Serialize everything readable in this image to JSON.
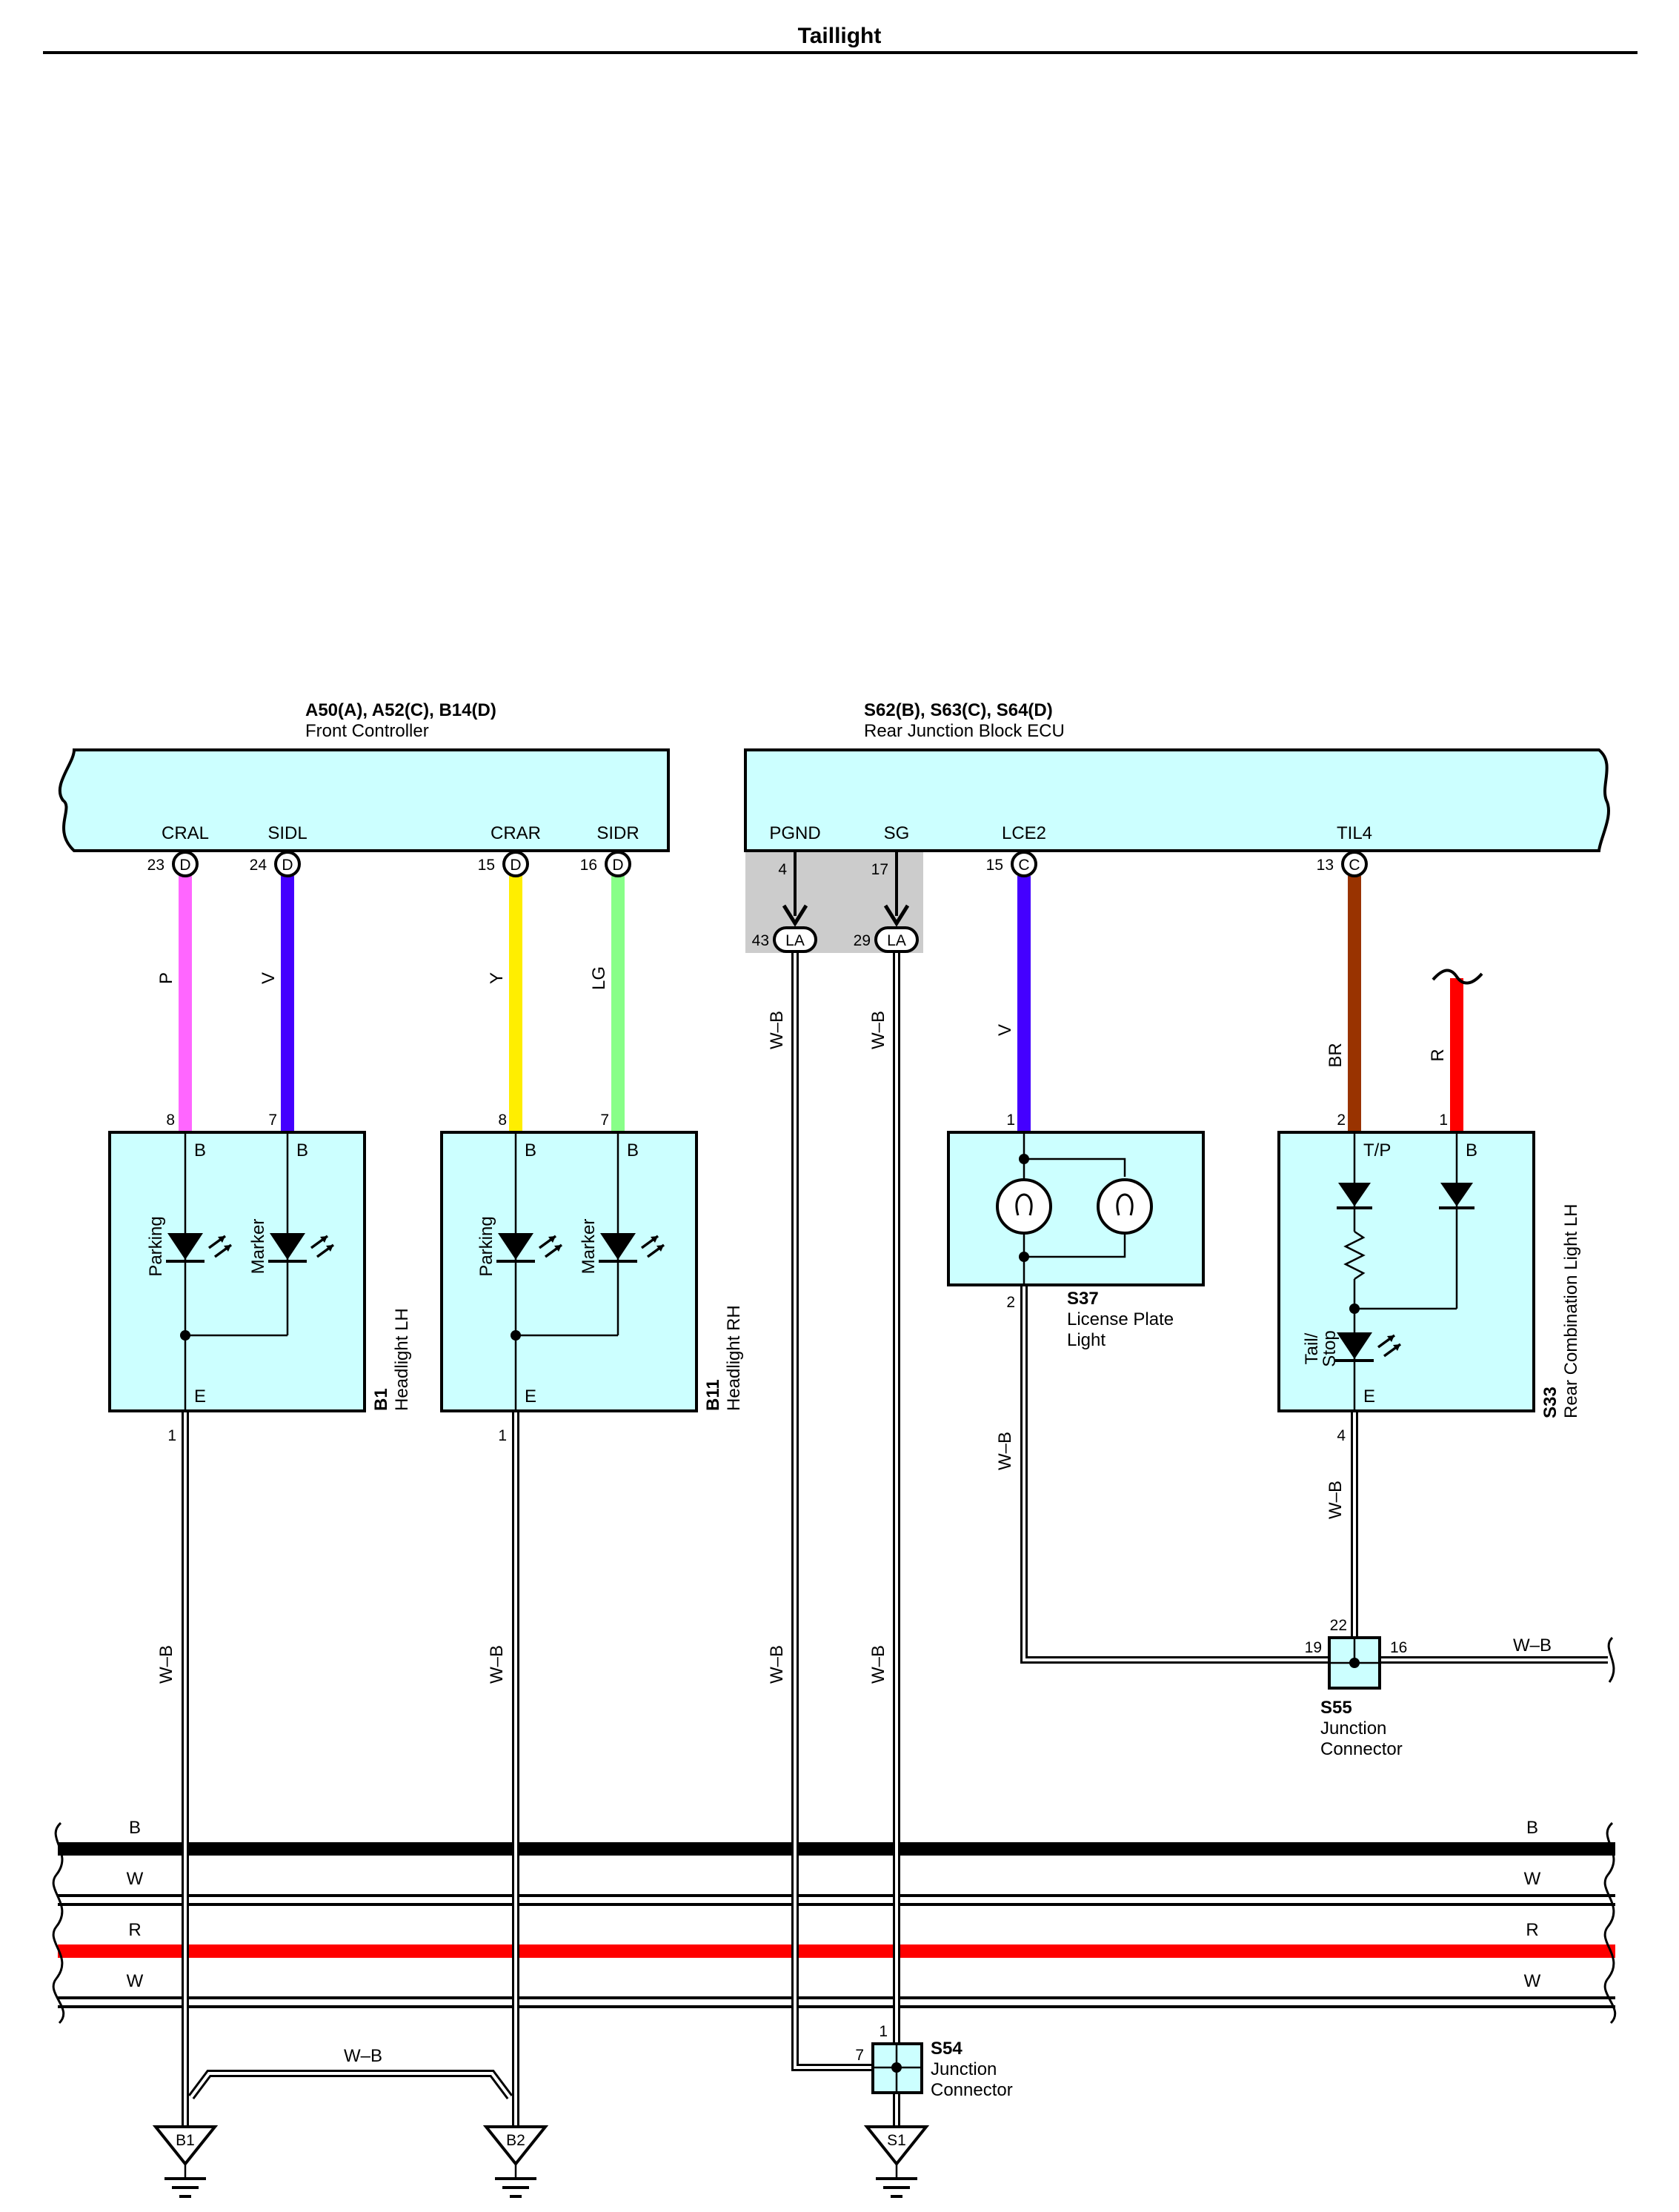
{
  "title": "Taillight",
  "front_controller": {
    "connector": "A50(A), A52(C), B14(D)",
    "name": "Front Controller",
    "terminals": [
      {
        "name": "CRAL",
        "pin": "23",
        "conn": "D",
        "wire": "P"
      },
      {
        "name": "SIDL",
        "pin": "24",
        "conn": "D",
        "wire": "V"
      },
      {
        "name": "CRAR",
        "pin": "15",
        "conn": "D",
        "wire": "Y"
      },
      {
        "name": "SIDR",
        "pin": "16",
        "conn": "D",
        "wire": "LG"
      }
    ]
  },
  "rear_jb": {
    "connector": "S62(B), S63(C), S64(D)",
    "name": "Rear Junction Block ECU",
    "terminals": [
      {
        "name": "PGND",
        "pin": "4",
        "inner_pin": "43",
        "conn": "LA",
        "wire": "W–B"
      },
      {
        "name": "SG",
        "pin": "17",
        "inner_pin": "29",
        "conn": "LA",
        "wire": "W–B"
      },
      {
        "name": "LCE2",
        "pin": "15",
        "conn": "C",
        "wire": "V"
      },
      {
        "name": "TIL4",
        "pin": "13",
        "conn": "C",
        "wire": "BR"
      }
    ],
    "extra_wire": "R",
    "extra_pin": "1"
  },
  "headlight_lh": {
    "id": "B1",
    "name": "Headlight LH",
    "pin_left": "8",
    "pin_right": "7",
    "term_left": "B",
    "term_right": "B",
    "lamp_left": "Parking",
    "lamp_right": "Marker",
    "ground_term": "E",
    "ground_pin": "1",
    "ground_wire": "W–B"
  },
  "headlight_rh": {
    "id": "B11",
    "name": "Headlight RH",
    "pin_left": "8",
    "pin_right": "7",
    "term_left": "B",
    "term_right": "B",
    "lamp_left": "Parking",
    "lamp_right": "Marker",
    "ground_term": "E",
    "ground_pin": "1",
    "ground_wire": "W–B"
  },
  "license_plate": {
    "id": "S37",
    "name_line1": "License Plate",
    "name_line2": "Light",
    "pin_in": "1",
    "pin_out": "2",
    "ground_wire": "W–B"
  },
  "rear_combination": {
    "id": "S33",
    "name": "Rear Combination Light LH",
    "pin_tp": "2",
    "pin_b": "1",
    "term_tp": "T/P",
    "term_b": "B",
    "lamp_line1": "Tail/",
    "lamp_line2": "Stop",
    "ground_term": "E",
    "ground_pin": "4",
    "ground_wire": "W–B"
  },
  "s55": {
    "id": "S55",
    "name_line1": "Junction",
    "name_line2": "Connector",
    "pin_top": "22",
    "pin_left": "19",
    "pin_right": "16",
    "out_wire": "W–B"
  },
  "s54": {
    "id": "S54",
    "name_line1": "Junction",
    "name_line2": "Connector",
    "pin_top": "1",
    "pin_left": "7"
  },
  "buses": [
    {
      "label": "B",
      "color": "#000000"
    },
    {
      "label": "W",
      "color": "#ffffff"
    },
    {
      "label": "R",
      "color": "#ff0000"
    },
    {
      "label": "W",
      "color": "#ffffff"
    }
  ],
  "ground_bridge_wire": "W–B",
  "grounds": [
    "B1",
    "B2",
    "S1"
  ],
  "wire_colors": {
    "P": "#ff66ff",
    "V": "#4400ff",
    "Y": "#ffee00",
    "LG": "#88ff88",
    "BR": "#993300",
    "R": "#ff0000"
  }
}
